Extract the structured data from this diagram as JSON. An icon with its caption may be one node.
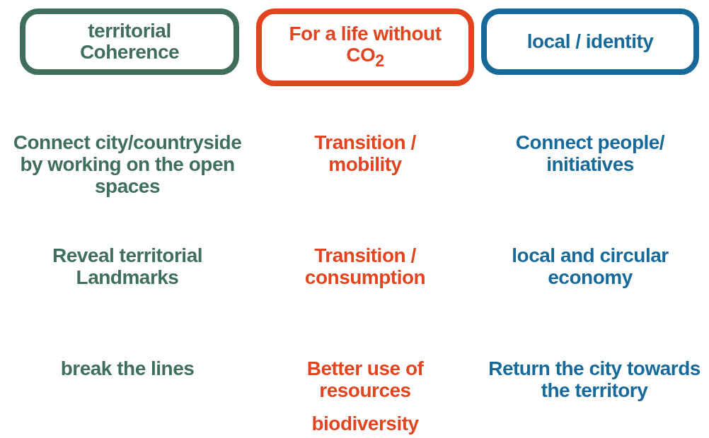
{
  "diagram": {
    "nodes": [
      {
        "text": [
          "territorial Coherence"
        ]
      },
      {
        "text": [
          "For a life without CO$_{2}$"
        ]
      },
      {
        "text": [
          "local / identity"
        ]
      }
    ],
    "labels": [
      "Connect city/countryside by working on the open spaces",
      "Transition / mobility",
      "Connect people/ initiatives",
      "Reveal territorial Landmarks",
      "Transition / consumption",
      "local and circular economy",
      "break the lines",
      "Better use of resources",
      "Return the city towards the territory",
      "biodiversity"
    ]
  }
}
